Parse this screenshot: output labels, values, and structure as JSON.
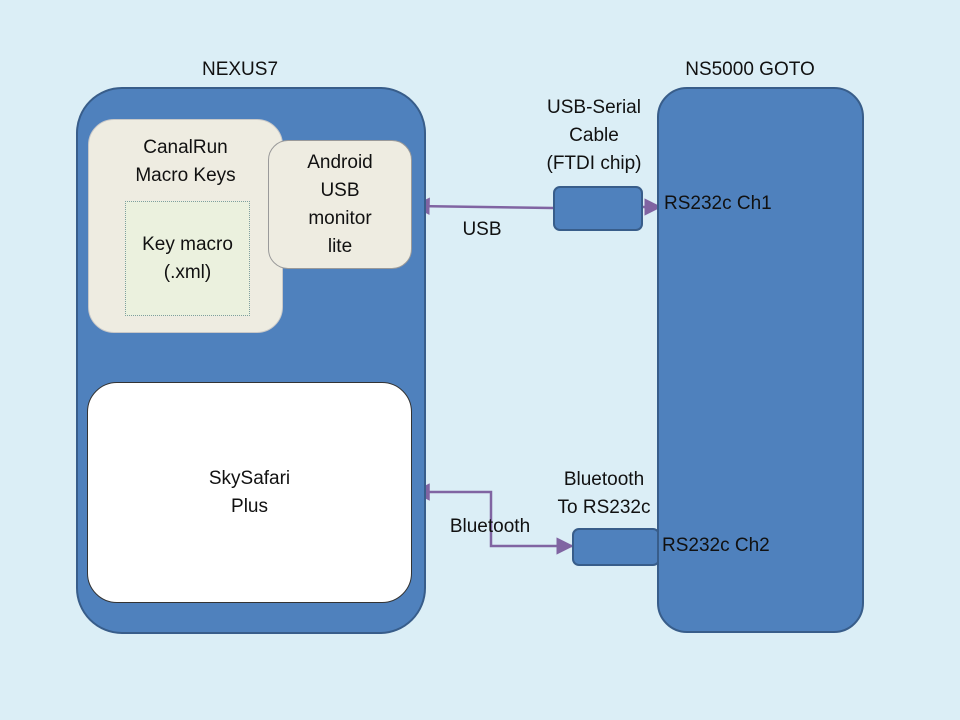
{
  "colors": {
    "background": "#dbeef6",
    "device_fill": "#4f81bd",
    "device_stroke": "#385d8a",
    "panel_fill": "#eeece1",
    "panel_stroke": "#b8b8b8",
    "inner_fill": "#ebf1de",
    "app_fill": "#ffffff",
    "connector": "#8064a2"
  },
  "nexus": {
    "title": "NEXUS7",
    "canalrun": {
      "line1": "CanalRun",
      "line2": "Macro Keys"
    },
    "key_macro": {
      "line1": "Key macro",
      "line2": "(.xml)"
    },
    "usb_monitor": {
      "line1": "Android",
      "line2": "USB",
      "line3": "monitor",
      "line4": "lite"
    },
    "skysafari": {
      "line1": "SkySafari",
      "line2": "Plus"
    }
  },
  "telescope": {
    "title": "NS5000 GOTO",
    "port1": "RS232c Ch1",
    "port2": "RS232c Ch2"
  },
  "usb_adapter": {
    "line1": "USB-Serial",
    "line2": "Cable",
    "line3": "(FTDI chip)"
  },
  "bt_adapter": {
    "line1": "Bluetooth",
    "line2": "To RS232c"
  },
  "links": {
    "usb": "USB",
    "bluetooth": "Bluetooth"
  }
}
